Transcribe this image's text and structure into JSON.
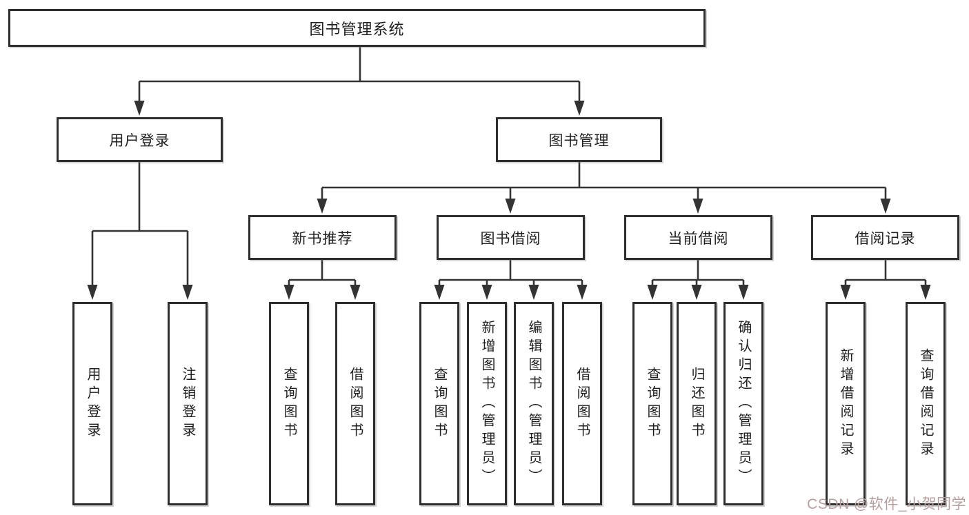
{
  "tree": {
    "label": "图书管理系统",
    "children": [
      {
        "label": "用户登录",
        "children": [
          {
            "label": "用户登录"
          },
          {
            "label": "注销登录"
          }
        ]
      },
      {
        "label": "图书管理",
        "children": [
          {
            "label": "新书推荐",
            "children": [
              {
                "label": "查询图书"
              },
              {
                "label": "借阅图书"
              }
            ]
          },
          {
            "label": "图书借阅",
            "children": [
              {
                "label": "查询图书"
              },
              {
                "label": "新增图书（管理员）"
              },
              {
                "label": "编辑图书（管理员）"
              },
              {
                "label": "借阅图书"
              }
            ]
          },
          {
            "label": "当前借阅",
            "children": [
              {
                "label": "查询图书"
              },
              {
                "label": "归还图书"
              },
              {
                "label": "确认归还（管理员）"
              }
            ]
          },
          {
            "label": "借阅记录",
            "children": [
              {
                "label": "新增借阅记录"
              },
              {
                "label": "查询借阅记录"
              }
            ]
          }
        ]
      }
    ]
  },
  "watermark": {
    "text": "CSDN @软件_小贺同学"
  },
  "colors": {
    "line": "#333333",
    "box_border": "#2e2e2e",
    "box_background": "#ffffff",
    "text": "#1f1f1f",
    "watermark_text": "#b89f9f"
  }
}
